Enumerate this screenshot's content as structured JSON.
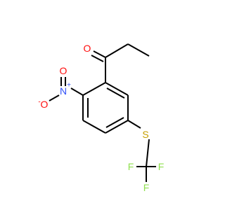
{
  "molecule": {
    "atoms": {
      "O_ketone": {
        "symbol": "O",
        "color": "#ff0d0d"
      },
      "N_nitro": {
        "symbol": "N",
        "color": "#3050f8",
        "charge": "+"
      },
      "O_nitro_double": {
        "symbol": "O",
        "color": "#ff0d0d"
      },
      "O_nitro_single": {
        "symbol": "O",
        "color": "#ff0d0d",
        "charge": "-"
      },
      "S": {
        "symbol": "S",
        "color": "#c6a000"
      },
      "F1": {
        "symbol": "F",
        "color": "#90e050"
      },
      "F2": {
        "symbol": "F",
        "color": "#90e050"
      },
      "F3": {
        "symbol": "F",
        "color": "#90e050"
      }
    },
    "bond_color": "#000000"
  }
}
